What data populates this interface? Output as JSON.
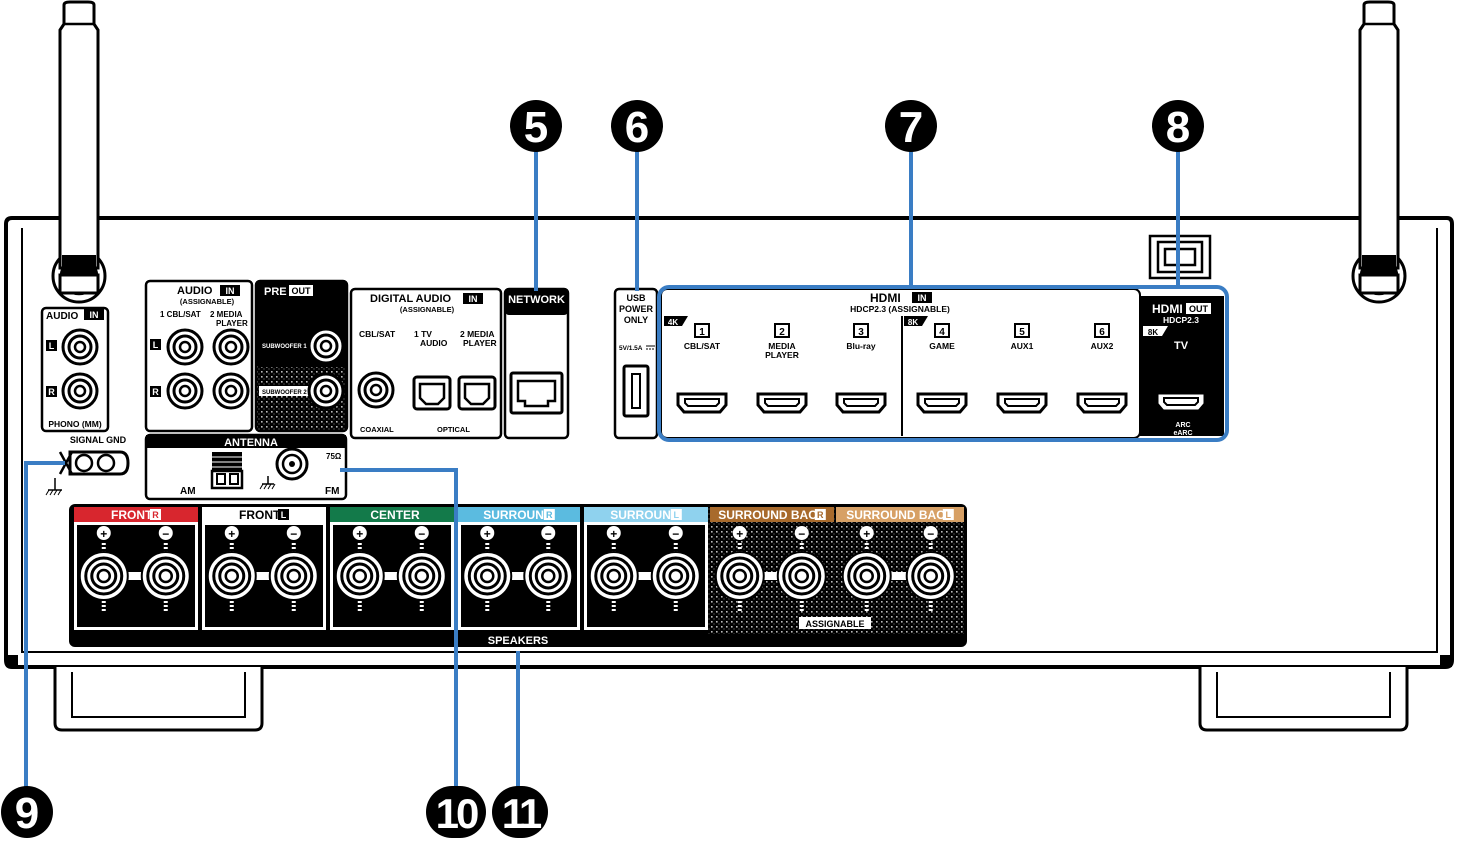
{
  "callouts": {
    "n5": "5",
    "n6": "6",
    "n7": "7",
    "n8": "8",
    "n9": "9",
    "n10": "10",
    "n11": "11"
  },
  "colors": {
    "callout_line": "#3a7dc4",
    "hdmi_frame": "#3a7dc4",
    "front_r": "#d8262e",
    "center": "#137a4a",
    "surround_r": "#5bbbe0",
    "surround_l": "#8fd2ee",
    "surround_back_r": "#a86a2c",
    "surround_back_l": "#d7a065"
  },
  "audio_in": {
    "title": "AUDIO",
    "in_badge": "IN",
    "left_badge": "L",
    "right_badge": "R",
    "phono_label": "PHONO (MM)",
    "signal_gnd": "SIGNAL GND"
  },
  "audio_in2": {
    "title": "AUDIO",
    "in_badge": "IN",
    "assignable": "(ASSIGNABLE)",
    "col1": "1 CBL/SAT",
    "col2": "2  MEDIA",
    "col2b": "PLAYER",
    "left_badge": "L",
    "right_badge": "R"
  },
  "pre_out": {
    "title": "PRE",
    "out_badge": "OUT",
    "sub1": "SUBWOOFER 1",
    "sub2": "SUBWOOFER 2"
  },
  "digital_audio": {
    "title": "DIGITAL AUDIO",
    "in_badge": "IN",
    "assignable": "(ASSIGNABLE)",
    "cbl_sat": "CBL/SAT",
    "tv_num": "1   TV",
    "tv_sub": "AUDIO",
    "media_num": "2 MEDIA",
    "media_sub": "PLAYER",
    "coaxial": "COAXIAL",
    "optical": "OPTICAL"
  },
  "network": {
    "title": "NETWORK"
  },
  "usb": {
    "line1": "USB",
    "line2": "POWER",
    "line3": "ONLY",
    "rating": "5V/1.5A"
  },
  "hdmi_in": {
    "title": "HDMI",
    "in_badge": "IN",
    "sub": "HDCP2.3  (ASSIGNABLE)",
    "badge_4k": "4K",
    "badge_8k": "8K",
    "ports": [
      {
        "num": "1",
        "label": "CBL/SAT",
        "label2": ""
      },
      {
        "num": "2",
        "label": "MEDIA",
        "label2": "PLAYER"
      },
      {
        "num": "3",
        "label": "Blu-ray",
        "label2": ""
      },
      {
        "num": "4",
        "label": "GAME",
        "label2": ""
      },
      {
        "num": "5",
        "label": "AUX1",
        "label2": ""
      },
      {
        "num": "6",
        "label": "AUX2",
        "label2": ""
      }
    ]
  },
  "hdmi_out": {
    "title": "HDMI",
    "out_badge": "OUT",
    "sub": "HDCP2.3",
    "badge_8k": "8K",
    "tv": "TV",
    "arc": "ARC",
    "earc": "eARC"
  },
  "antenna": {
    "title": "ANTENNA",
    "am": "AM",
    "fm": "FM",
    "ohm": "75Ω"
  },
  "speakers": {
    "title": "SPEAKERS",
    "assignable": "ASSIGNABLE",
    "channels": [
      {
        "label": "FRONT",
        "badge": "R",
        "color_key": "front_r"
      },
      {
        "label": "FRONT",
        "badge": "L",
        "color_key": ""
      },
      {
        "label": "CENTER",
        "badge": "",
        "color_key": "center"
      },
      {
        "label": "SURROUND",
        "badge": "R",
        "color_key": "surround_r"
      },
      {
        "label": "SURROUND",
        "badge": "L",
        "color_key": "surround_l"
      },
      {
        "label": "SURROUND BACK",
        "badge": "R",
        "color_key": "surround_back_r"
      },
      {
        "label": "SURROUND BACK",
        "badge": "L",
        "color_key": "surround_back_l"
      }
    ],
    "plus": "+",
    "minus": "−"
  }
}
